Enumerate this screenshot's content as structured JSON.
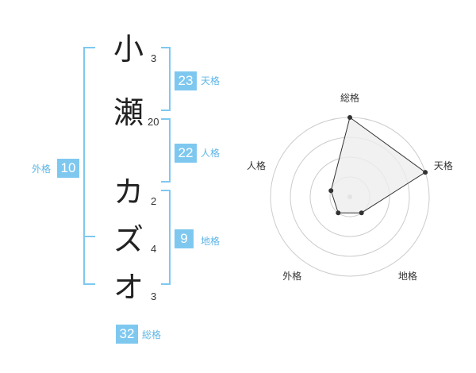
{
  "name_chars": [
    {
      "char": "小",
      "strokes": "3"
    },
    {
      "char": "瀬",
      "strokes": "20"
    },
    {
      "char": "カ",
      "strokes": "2"
    },
    {
      "char": "ズ",
      "strokes": "4"
    },
    {
      "char": "オ",
      "strokes": "3"
    }
  ],
  "fortunes": {
    "tenkaku": {
      "value": "23",
      "label": "天格"
    },
    "jinkaku": {
      "value": "22",
      "label": "人格"
    },
    "chikaku": {
      "value": "9",
      "label": "地格"
    },
    "gaikaku": {
      "value": "10",
      "label": "外格"
    },
    "soukaku": {
      "value": "32",
      "label": "総格"
    }
  },
  "radar": {
    "axes": [
      "総格",
      "天格",
      "地格",
      "外格",
      "人格"
    ],
    "levels": 4,
    "max": 4,
    "values": [
      4,
      4,
      1,
      1,
      1
    ],
    "colors": {
      "grid": "#cccccc",
      "fill": "#eeeeee",
      "line": "#333333",
      "point": "#333333",
      "center": "#bbbbbb"
    }
  },
  "colors": {
    "accent": "#7ec8f0",
    "bracket": "#7ec8f0"
  }
}
